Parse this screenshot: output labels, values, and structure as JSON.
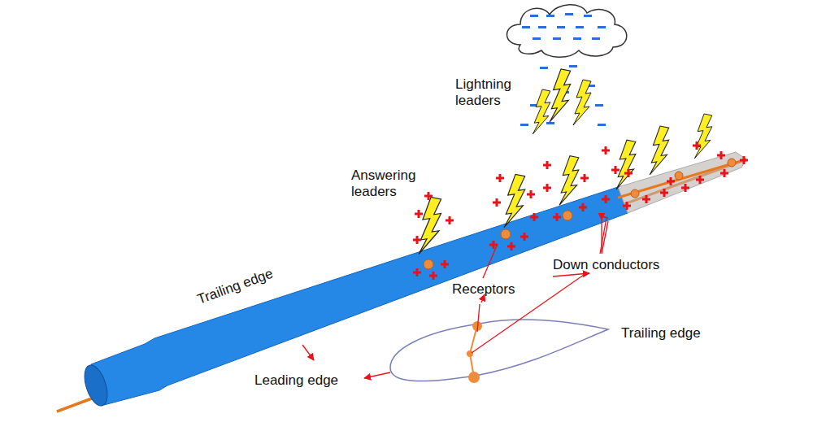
{
  "diagram": {
    "labels": [
      "Lightning leaders",
      "Answering leaders",
      "Trailing edge",
      "Down conductors",
      "Receptors",
      "Trailing edge",
      "Leading edge"
    ]
  }
}
